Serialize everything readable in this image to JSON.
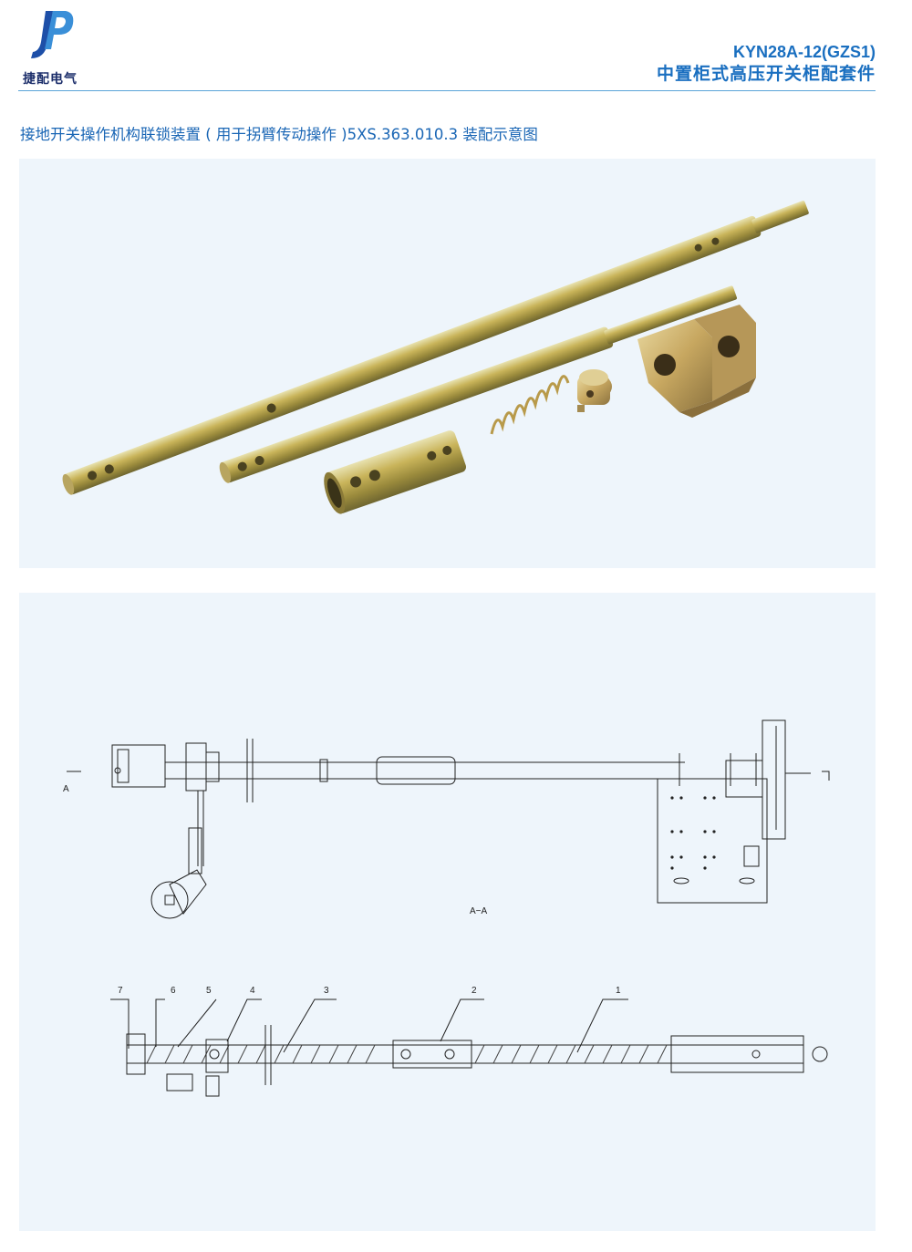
{
  "brand": {
    "name": "捷配电气",
    "accent": "#1a6fc0",
    "dark": "#1d2f6b"
  },
  "header": {
    "model": "KYN28A-12(GZS1)",
    "subtitle": "中置柜式高压开关柜配套件"
  },
  "caption": "接地开关操作机构联锁装置 ( 用于拐臂传动操作 )5XS.363.010.3 装配示意图",
  "drawing": {
    "section_marker": "A",
    "section_title": "A−A",
    "part_numbers": [
      "7",
      "6",
      "5",
      "4",
      "3",
      "2",
      "1"
    ]
  }
}
